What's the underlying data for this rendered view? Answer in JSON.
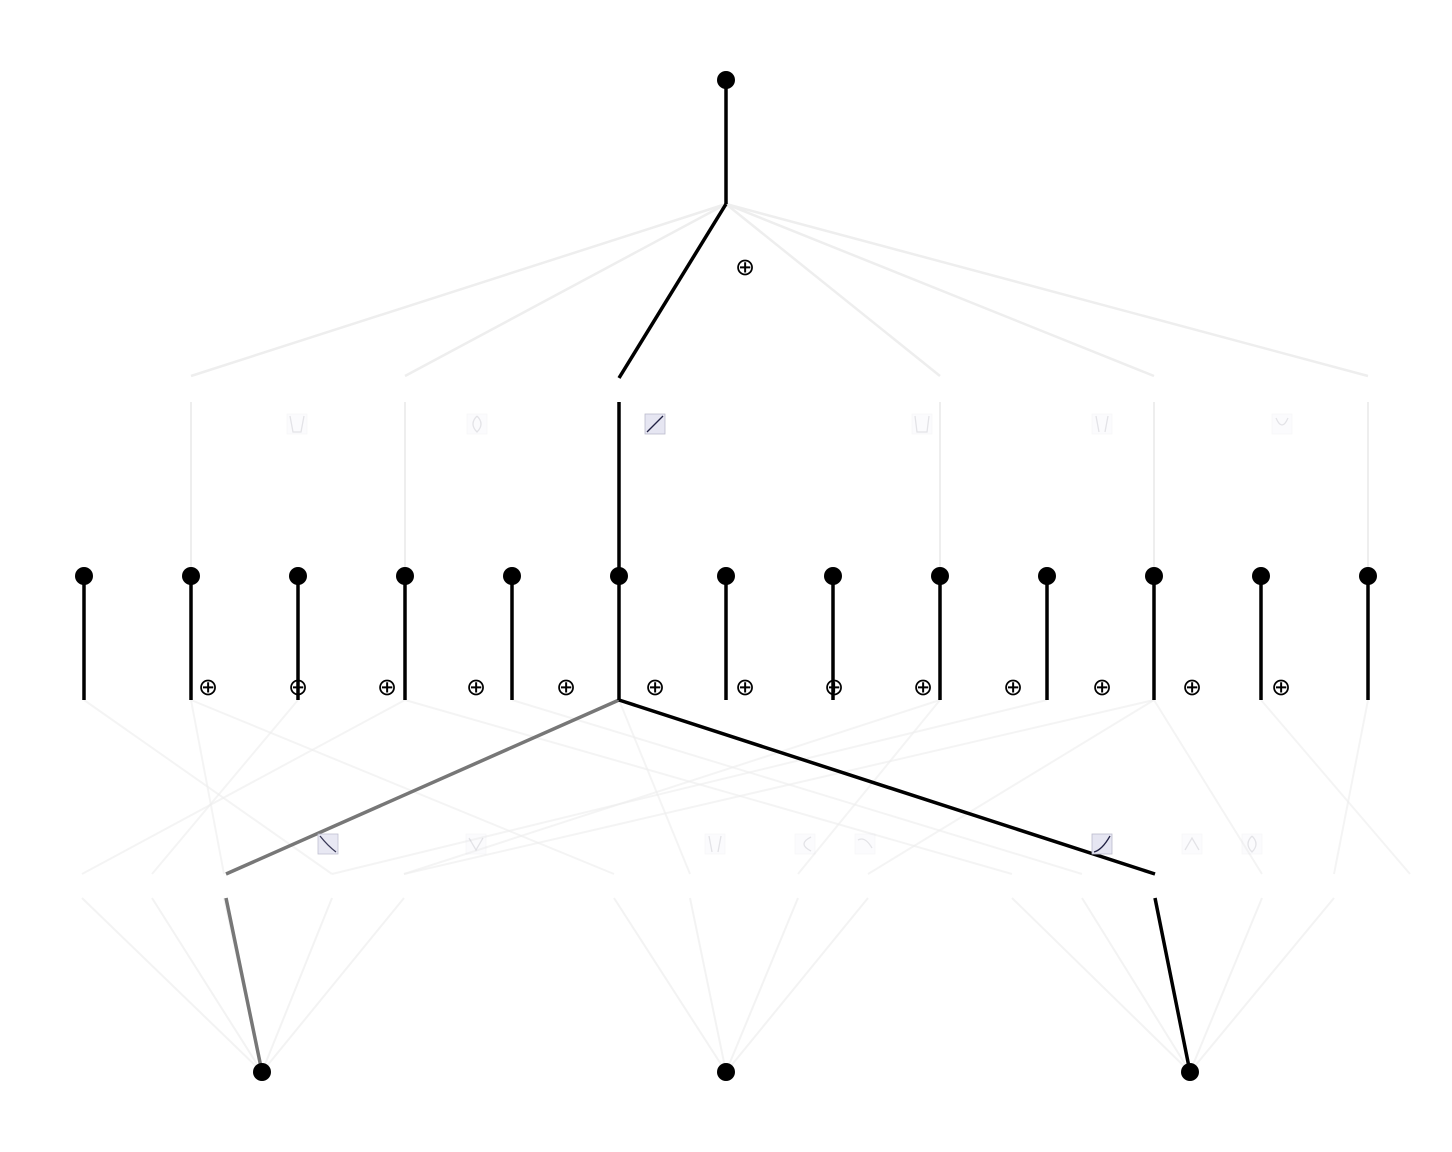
{
  "diagram": {
    "type": "kan-network",
    "layers": [
      {
        "name": "input",
        "node_count": 3
      },
      {
        "name": "hidden",
        "node_count": 13
      },
      {
        "name": "output",
        "node_count": 1
      }
    ],
    "sum_symbol": "⊕",
    "colors": {
      "node": "#000000",
      "active_edge": "#000000",
      "medium_edge": "#777777",
      "faint_edge": "#eeeeee",
      "icon_fill": "#e6e6f2"
    }
  }
}
